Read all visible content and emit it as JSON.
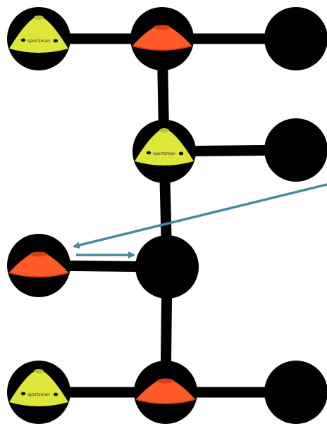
{
  "colors": {
    "background": "#ffffff",
    "node": "#000000",
    "line": "#000000",
    "yellow_cone": "#dfe63a",
    "yellow_cone_shade": "#b9c22a",
    "orange_cone": "#ff5a2a",
    "orange_cone_shade": "#d93f16",
    "arrow": "#4a8aa0"
  },
  "cone_brand": "sportsman",
  "nodes": [
    {
      "id": "n1",
      "cone": "yellow"
    },
    {
      "id": "n2",
      "cone": "orange"
    },
    {
      "id": "n3",
      "cone": "none"
    },
    {
      "id": "n4",
      "cone": "yellow"
    },
    {
      "id": "n5",
      "cone": "none"
    },
    {
      "id": "n6",
      "cone": "orange"
    },
    {
      "id": "n7",
      "cone": "none"
    },
    {
      "id": "n8",
      "cone": "yellow"
    },
    {
      "id": "n9",
      "cone": "orange"
    },
    {
      "id": "n10",
      "cone": "none"
    }
  ],
  "edges": [
    [
      "n1",
      "n2"
    ],
    [
      "n2",
      "n3"
    ],
    [
      "n2",
      "n4"
    ],
    [
      "n4",
      "n5"
    ],
    [
      "n4",
      "n7"
    ],
    [
      "n6",
      "n7"
    ],
    [
      "n7",
      "n9"
    ],
    [
      "n8",
      "n9"
    ],
    [
      "n9",
      "n10"
    ]
  ],
  "arrows": [
    {
      "from": "offscreen-right",
      "to": "n6",
      "style": "single-head"
    },
    {
      "from": "n6",
      "to": "n7",
      "style": "single-head"
    }
  ]
}
